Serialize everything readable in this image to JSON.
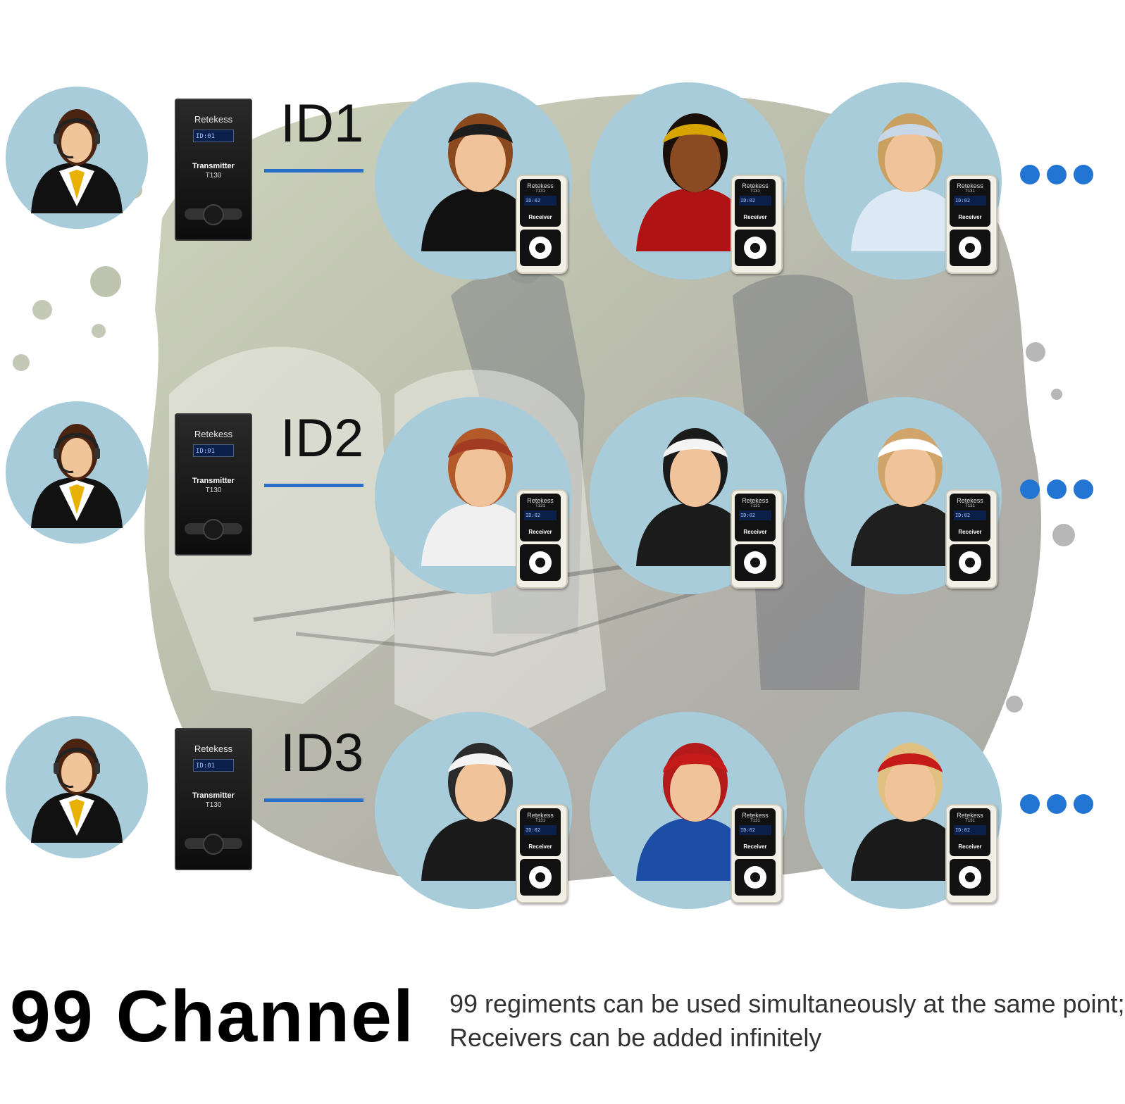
{
  "colors": {
    "accent_blue": "#2375d3",
    "line_blue": "#2a70c9",
    "circle_fill": "#a9ccdb",
    "background_photo_tint": "#b9b9a6"
  },
  "groups": [
    {
      "id_label": "ID1",
      "transmitter": {
        "brand": "Retekess",
        "screen": "ID:01",
        "name": "Transmitter",
        "model": "T130"
      },
      "listeners": [
        {
          "icon": "bellhop-avatar-icon",
          "receiver": {
            "brand": "Retekess",
            "model": "T131",
            "screen": "ID:02",
            "label": "Receiver"
          }
        },
        {
          "icon": "man-avatar-icon",
          "receiver": {
            "brand": "Retekess",
            "model": "T131",
            "screen": "ID:02",
            "label": "Receiver"
          }
        },
        {
          "icon": "chef-avatar-icon",
          "receiver": {
            "brand": "Retekess",
            "model": "T131",
            "screen": "ID:02",
            "label": "Receiver"
          }
        }
      ]
    },
    {
      "id_label": "ID2",
      "transmitter": {
        "brand": "Retekess",
        "screen": "ID:01",
        "name": "Transmitter",
        "model": "T130"
      },
      "listeners": [
        {
          "icon": "woman-avatar-icon",
          "receiver": {
            "brand": "Retekess",
            "model": "T131",
            "screen": "ID:02",
            "label": "Receiver"
          }
        },
        {
          "icon": "businessman-avatar-icon",
          "receiver": {
            "brand": "Retekess",
            "model": "T131",
            "screen": "ID:02",
            "label": "Receiver"
          }
        },
        {
          "icon": "waiter-avatar-icon",
          "receiver": {
            "brand": "Retekess",
            "model": "T131",
            "screen": "ID:02",
            "label": "Receiver"
          }
        }
      ]
    },
    {
      "id_label": "ID3",
      "transmitter": {
        "brand": "Retekess",
        "screen": "ID:01",
        "name": "Transmitter",
        "model": "T130"
      },
      "listeners": [
        {
          "icon": "rider-avatar-icon",
          "receiver": {
            "brand": "Retekess",
            "model": "T131",
            "screen": "ID:02",
            "label": "Receiver"
          }
        },
        {
          "icon": "cap-man-avatar-icon",
          "receiver": {
            "brand": "Retekess",
            "model": "T131",
            "screen": "ID:02",
            "label": "Receiver"
          }
        },
        {
          "icon": "cap-woman-avatar-icon",
          "receiver": {
            "brand": "Retekess",
            "model": "T131",
            "screen": "ID:02",
            "label": "Receiver"
          }
        }
      ]
    }
  ],
  "guide_icon": "headset-guide-avatar-icon",
  "more_icon": "ellipsis-icon",
  "headline": "99 Channel",
  "description": {
    "line1": "99 regiments can be used simultaneously at the same point;",
    "line2": "Receivers can be added infinitely"
  }
}
